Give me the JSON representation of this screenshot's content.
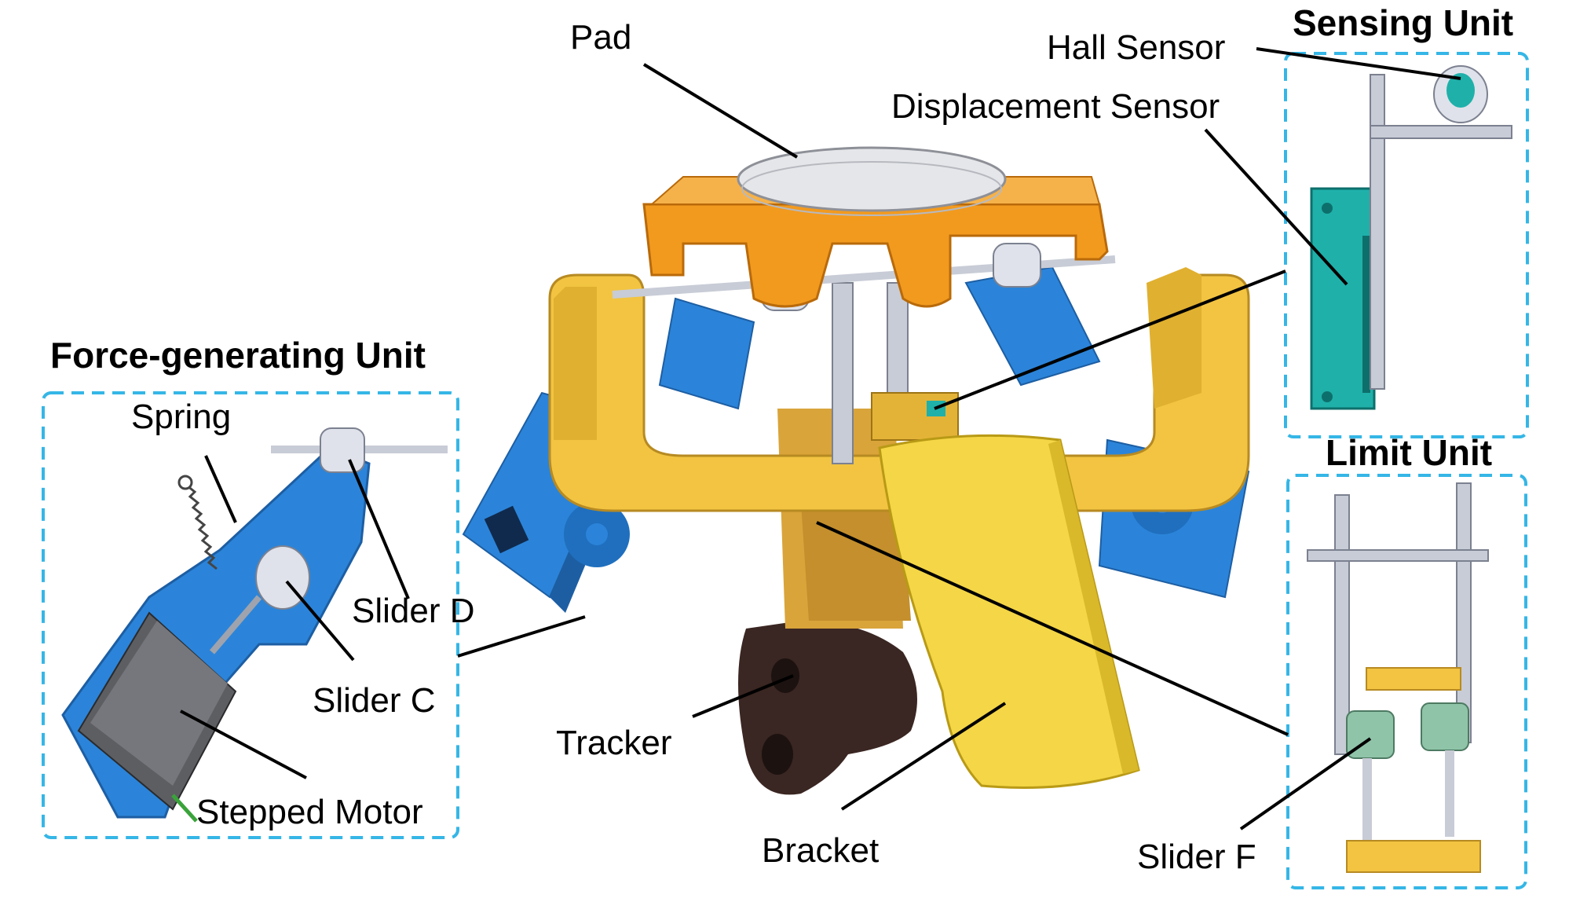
{
  "colors": {
    "orange": "#f29a1e",
    "gold": "#f2c441",
    "blue": "#2b84d9",
    "teal": "#1fb0aa",
    "steel": "#c8ccd6",
    "dark": "#3a2622",
    "frame": "#35b6e6"
  },
  "units": {
    "force": "Force-generating Unit",
    "sensing": "Sensing Unit",
    "limit": "Limit Unit"
  },
  "labels": {
    "pad": "Pad",
    "hall_sensor": "Hall Sensor",
    "displacement_sensor": "Displacement Sensor",
    "spring": "Spring",
    "slider_d": "Slider D",
    "slider_c": "Slider C",
    "stepped_motor": "Stepped Motor",
    "tracker": "Tracker",
    "bracket": "Bracket",
    "slider_f": "Slider F"
  }
}
